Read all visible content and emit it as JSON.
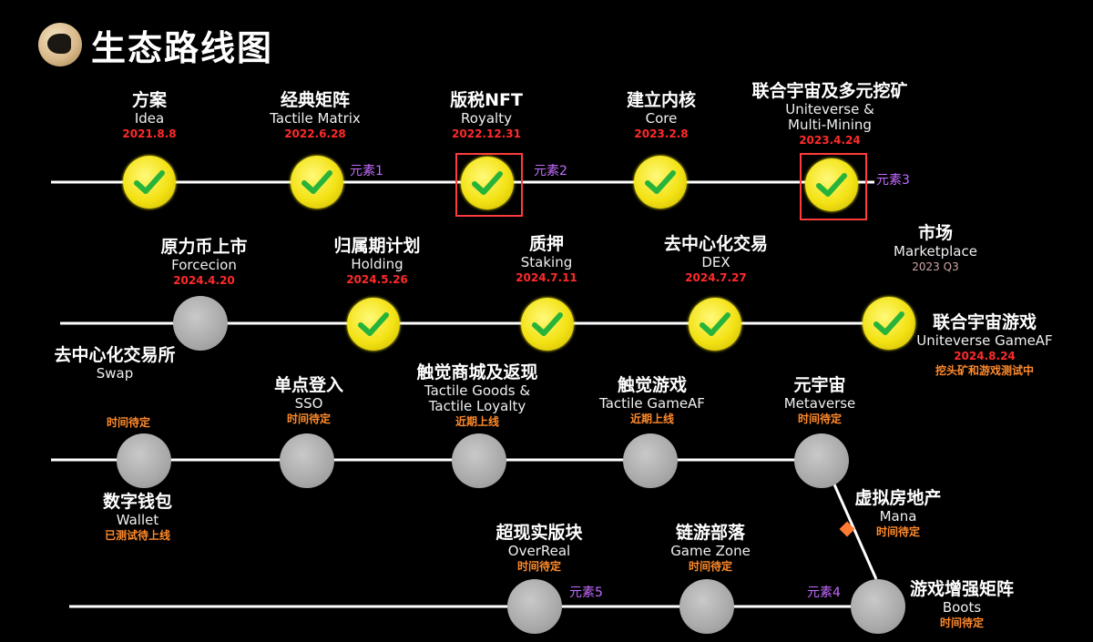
{
  "title": "生态路线图",
  "icons": {
    "logo": "horse-logo",
    "check": "checkmark-icon"
  },
  "colors": {
    "date": "#ff2a2a",
    "status": "#ff8a2a",
    "element": "#c46bff",
    "highlight": "#ff3b3b"
  },
  "row1": [
    {
      "zh": "方案",
      "en": "Idea",
      "date": "2021.8.8"
    },
    {
      "zh": "经典矩阵",
      "en": "Tactile Matrix",
      "date": "2022.6.28",
      "element": "元素1"
    },
    {
      "zh": "版税NFT",
      "en": "Royalty",
      "date": "2022.12.31",
      "element": "元素2"
    },
    {
      "zh": "建立内核",
      "en": "Core",
      "date": "2023.2.8"
    },
    {
      "zh": "联合宇宙及多元挖矿",
      "en": "Uniteverse &",
      "en2": "Multi-Mining",
      "date": "2023.4.24",
      "element": "元素3"
    }
  ],
  "row2": [
    {
      "zh": "原力币上市",
      "en": "Forcecion",
      "date": "2024.4.20"
    },
    {
      "zh": "归属期计划",
      "en": "Holding",
      "date": "2024.5.26"
    },
    {
      "zh": "质押",
      "en": "Staking",
      "date": "2024.7.11"
    },
    {
      "zh": "去中心化交易",
      "en": "DEX",
      "date": "2024.7.27"
    },
    {
      "zh": "市场",
      "en": "Marketplace",
      "date": "2023 Q3"
    },
    {
      "zh": "联合宇宙游戏",
      "en": "Uniteverse GameAF",
      "date": "2024.8.24",
      "status": "挖头矿和游戏测试中"
    }
  ],
  "row3": [
    {
      "zh": "去中心化交易所",
      "en": "Swap",
      "status": "时间待定"
    },
    {
      "zh": "单点登入",
      "en": "SSO",
      "status": "时间待定"
    },
    {
      "zh": "触觉商城及返现",
      "en": "Tactile Goods &",
      "en2": "Tactile Loyalty",
      "status": "近期上线"
    },
    {
      "zh": "触觉游戏",
      "en": "Tactile GameAF",
      "status": "近期上线"
    },
    {
      "zh": "元宇宙",
      "en": "Metaverse",
      "status": "时间待定"
    },
    {
      "zh": "数字钱包",
      "en": "Wallet",
      "status": "已测试待上线"
    }
  ],
  "branch": {
    "zh": "虚拟房地产",
    "en": "Mana",
    "status": "时间待定"
  },
  "row4": [
    {
      "zh": "超现实版块",
      "en": "OverReal",
      "status": "时间待定",
      "element": "元素5"
    },
    {
      "zh": "链游部落",
      "en": "Game Zone",
      "status": "时间待定"
    },
    {
      "zh": "游戏增强矩阵",
      "en": "Boots",
      "status": "时间待定",
      "element": "元素4"
    }
  ]
}
